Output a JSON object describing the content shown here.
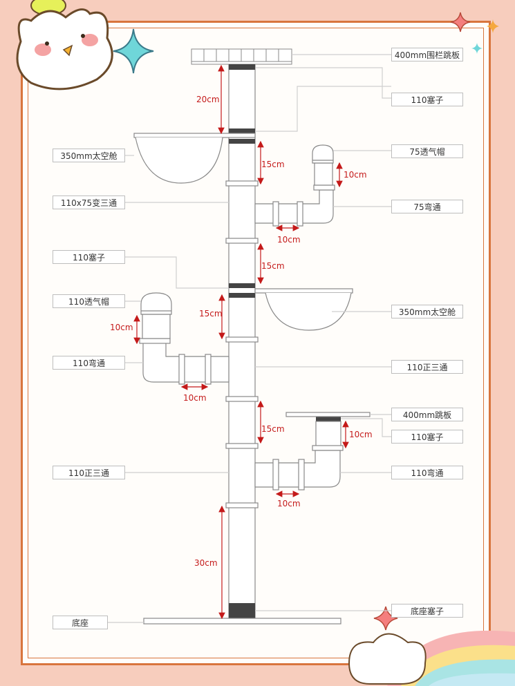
{
  "labels": {
    "top_board": "400mm围栏跳板",
    "plug_top": "110塞子",
    "capsule_left": "350mm太空舱",
    "vent_cap_75": "75透气帽",
    "reducer_tee": "110x75变三通",
    "elbow_75": "75弯通",
    "plug_mid": "110塞子",
    "vent_cap_110": "110透气帽",
    "capsule_right": "350mm太空舱",
    "elbow_110_left": "110弯通",
    "tee_110_right": "110正三通",
    "board_400": "400mm跳板",
    "plug_board": "110塞子",
    "tee_110_left": "110正三通",
    "elbow_110_right": "110弯通",
    "base": "底座",
    "base_plug": "底座塞子"
  },
  "dimensions": {
    "d_20": "20cm",
    "d_15_a": "15cm",
    "d_10_vent75": "10cm",
    "d_10_branch1": "10cm",
    "d_15_b": "15cm",
    "d_15_c": "15cm",
    "d_10_vent110": "10cm",
    "d_10_branch2": "10cm",
    "d_15_d": "15cm",
    "d_10_board": "10cm",
    "d_10_branch3": "10cm",
    "d_30": "30cm"
  },
  "colors": {
    "background": "#f7cdbd",
    "frame": "#d8753d",
    "dimension": "#c41a1a",
    "pipe_line": "#888888",
    "plug_fill": "#444444"
  }
}
